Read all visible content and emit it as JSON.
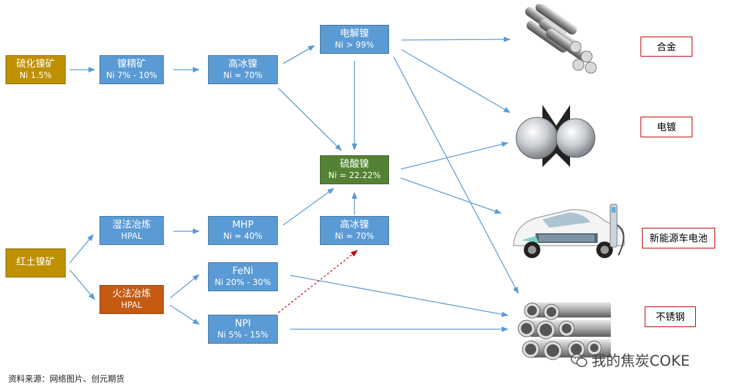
{
  "nodes": {
    "sulfide_ore": {
      "title": "硫化镍矿",
      "sub": "Ni 1.5%"
    },
    "nickel_concentrate": {
      "title": "镍精矿",
      "sub": "Ni 7% - 10%"
    },
    "matte_top": {
      "title": "高冰镍",
      "sub": "Ni ≈ 70%"
    },
    "electrolytic": {
      "title": "电解镍",
      "sub": "Ni > 99%"
    },
    "sulfate": {
      "title": "硫酸镍",
      "sub": "Ni = 22.22%"
    },
    "laterite": {
      "title": "红土镍矿"
    },
    "hydro": {
      "title": "湿法冶炼",
      "sub": "HPAL"
    },
    "pyro": {
      "title": "火法冶炼",
      "sub": "HPAL"
    },
    "mhp": {
      "title": "MHP",
      "sub": "Ni ≈ 40%"
    },
    "matte_bottom": {
      "title": "高冰镍",
      "sub": "Ni ≈ 70%"
    },
    "feni": {
      "title": "FeNi",
      "sub": "Ni 20% - 30%"
    },
    "npi": {
      "title": "NPI",
      "sub": "Ni 5% - 15%"
    }
  },
  "applications": {
    "alloy": "合金",
    "plating": "电镀",
    "ev_battery": "新能源车电池",
    "stainless": "不锈钢"
  },
  "source": "资料来源：网络图片、创元期货",
  "watermark": "我的焦炭COKE",
  "colors": {
    "gold": "#bf9000",
    "blue": "#5b9bd5",
    "green": "#548235",
    "orange": "#c55a11",
    "app_border": "#c00000",
    "arrow": "#5b9bd5",
    "dashed_arrow": "#c00000"
  }
}
